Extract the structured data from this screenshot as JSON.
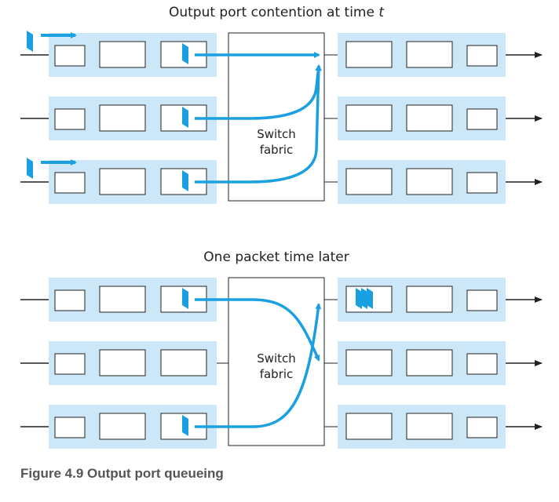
{
  "colors": {
    "port_bg": "#cce8f8",
    "packet": "#1aa0e0",
    "arrow": "#1aa0e0",
    "box_stroke": "#222222",
    "line": "#222222"
  },
  "panels": [
    {
      "title": "Output port contention at time ",
      "title_italic": "t",
      "fabric_label": [
        "Switch",
        "fabric"
      ],
      "input_ports": [
        {
          "queued_packet": true,
          "arriving_packet": true
        },
        {
          "queued_packet": true,
          "arriving_packet": false
        },
        {
          "queued_packet": true,
          "arriving_packet": true
        }
      ],
      "output_ports": [
        {
          "queued_packets": 0
        },
        {
          "queued_packets": 0
        },
        {
          "queued_packets": 0
        }
      ],
      "transfers": [
        {
          "from_input": 1,
          "to_output": 1
        },
        {
          "from_input": 2,
          "to_output": 1
        },
        {
          "from_input": 3,
          "to_output": 1
        }
      ]
    },
    {
      "title": "One packet time later",
      "title_italic": "",
      "fabric_label": [
        "Switch",
        "fabric"
      ],
      "input_ports": [
        {
          "queued_packet": true,
          "arriving_packet": false
        },
        {
          "queued_packet": false,
          "arriving_packet": false
        },
        {
          "queued_packet": true,
          "arriving_packet": false
        }
      ],
      "output_ports": [
        {
          "queued_packets": 3
        },
        {
          "queued_packets": 0
        },
        {
          "queued_packets": 0
        }
      ],
      "transfers": [
        {
          "from_input": 1,
          "to_output": 2
        },
        {
          "from_input": 3,
          "to_output": 1
        }
      ]
    }
  ],
  "caption": "Figure 4.9 Output port queueing"
}
